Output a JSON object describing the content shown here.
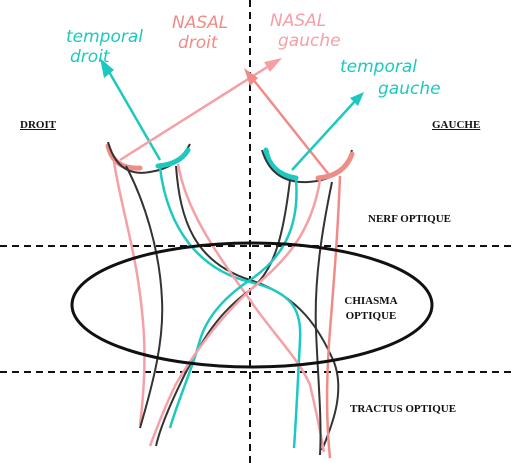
{
  "labels": {
    "droit": "DROIT",
    "gauche": "GAUCHE",
    "nerf_optique": "NERF OPTIQUE",
    "chiasma_line1": "CHIASMA",
    "chiasma_line2": "OPTIQUE",
    "tractus_optique": "TRACTUS OPTIQUE"
  },
  "handwritten": {
    "temporal_droit_1": "temporal",
    "temporal_droit_2": "droit",
    "nasal_droit_1": "NASAL",
    "nasal_droit_2": "droit",
    "nasal_gauche_1": "NASAL",
    "nasal_gauche_2": "gauche",
    "temporal_gauche_1": "temporal",
    "temporal_gauche_2": "gauche"
  },
  "colors": {
    "temporal": "#1cc9c0",
    "nasal": "#f08c88",
    "nasal_light": "#f4a0a6",
    "neutral": "#333333"
  }
}
